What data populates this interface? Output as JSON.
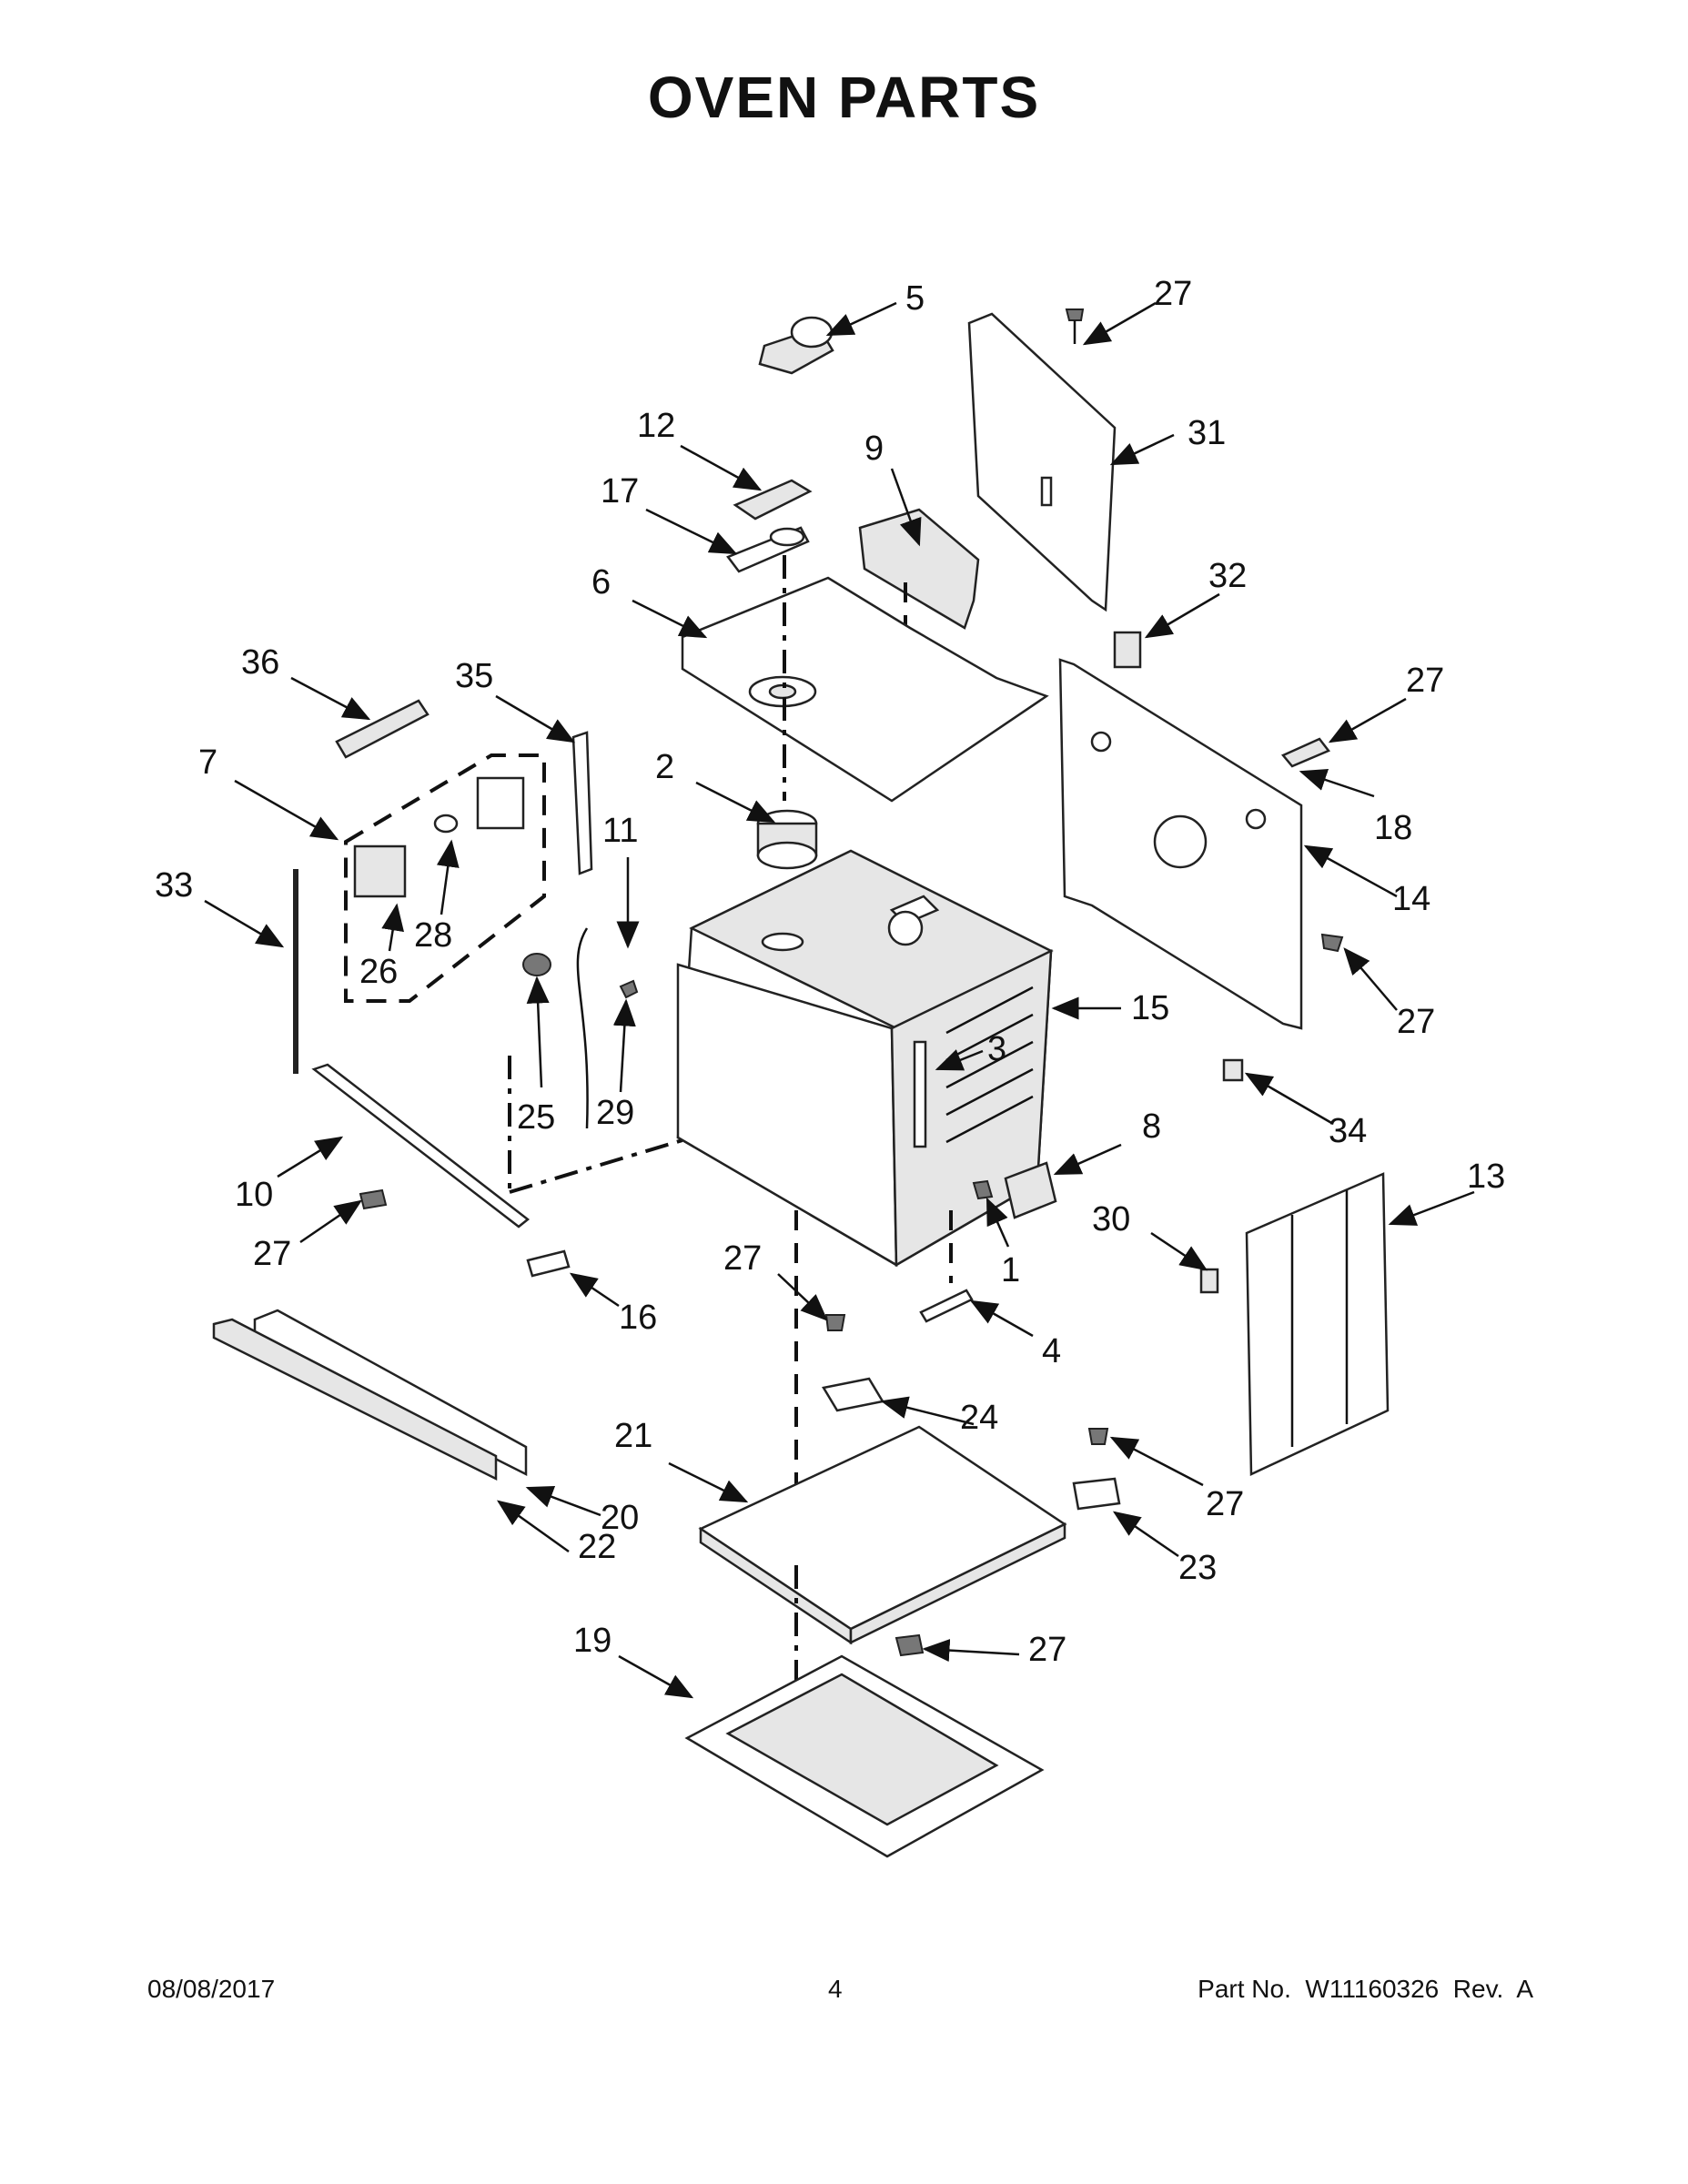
{
  "title": "OVEN PARTS",
  "footer": {
    "date": "08/08/2017",
    "page": "4",
    "part_no": "Part No.  W11160326  Rev.  A"
  },
  "callouts": [
    "1",
    "2",
    "3",
    "4",
    "5",
    "6",
    "7",
    "8",
    "9",
    "10",
    "11",
    "12",
    "13",
    "14",
    "15",
    "16",
    "17",
    "18",
    "19",
    "20",
    "21",
    "22",
    "23",
    "24",
    "25",
    "26",
    "27",
    "28",
    "29",
    "30",
    "31",
    "32",
    "33",
    "34",
    "35",
    "36"
  ]
}
